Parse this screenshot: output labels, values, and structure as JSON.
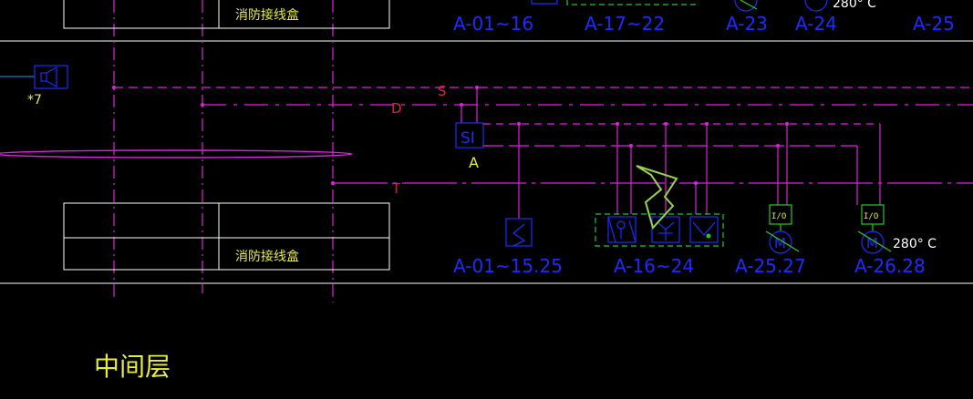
{
  "colors": {
    "background": "#000000",
    "wire": "#e020e0",
    "device_blue": "#1c2cff",
    "device_green": "#26c826",
    "text_red": "#e0203a",
    "text_yellow": "#e8ec40",
    "frame_white": "#ffffff",
    "sketch_green": "#9ad24a"
  },
  "junction_box": {
    "top_label": "消防接线盒",
    "bottom_label": "消防接线盒"
  },
  "bus_labels": {
    "s": "S",
    "d": "D",
    "t": "T"
  },
  "left_device": {
    "label": "*7",
    "icon": "speaker-icon"
  },
  "si_module": {
    "text": "SI",
    "label": "A"
  },
  "top_row_labels": [
    "A-01~16",
    "A-17~22",
    "A-23",
    "A-24",
    "280° C",
    "A-25"
  ],
  "bottom_row_labels": [
    "A-01~15.25",
    "A-16~24",
    "A-25.27",
    "A-26.28"
  ],
  "io_module_text": "I/O",
  "temperature_label": "280° C",
  "floor_label": "中间层"
}
